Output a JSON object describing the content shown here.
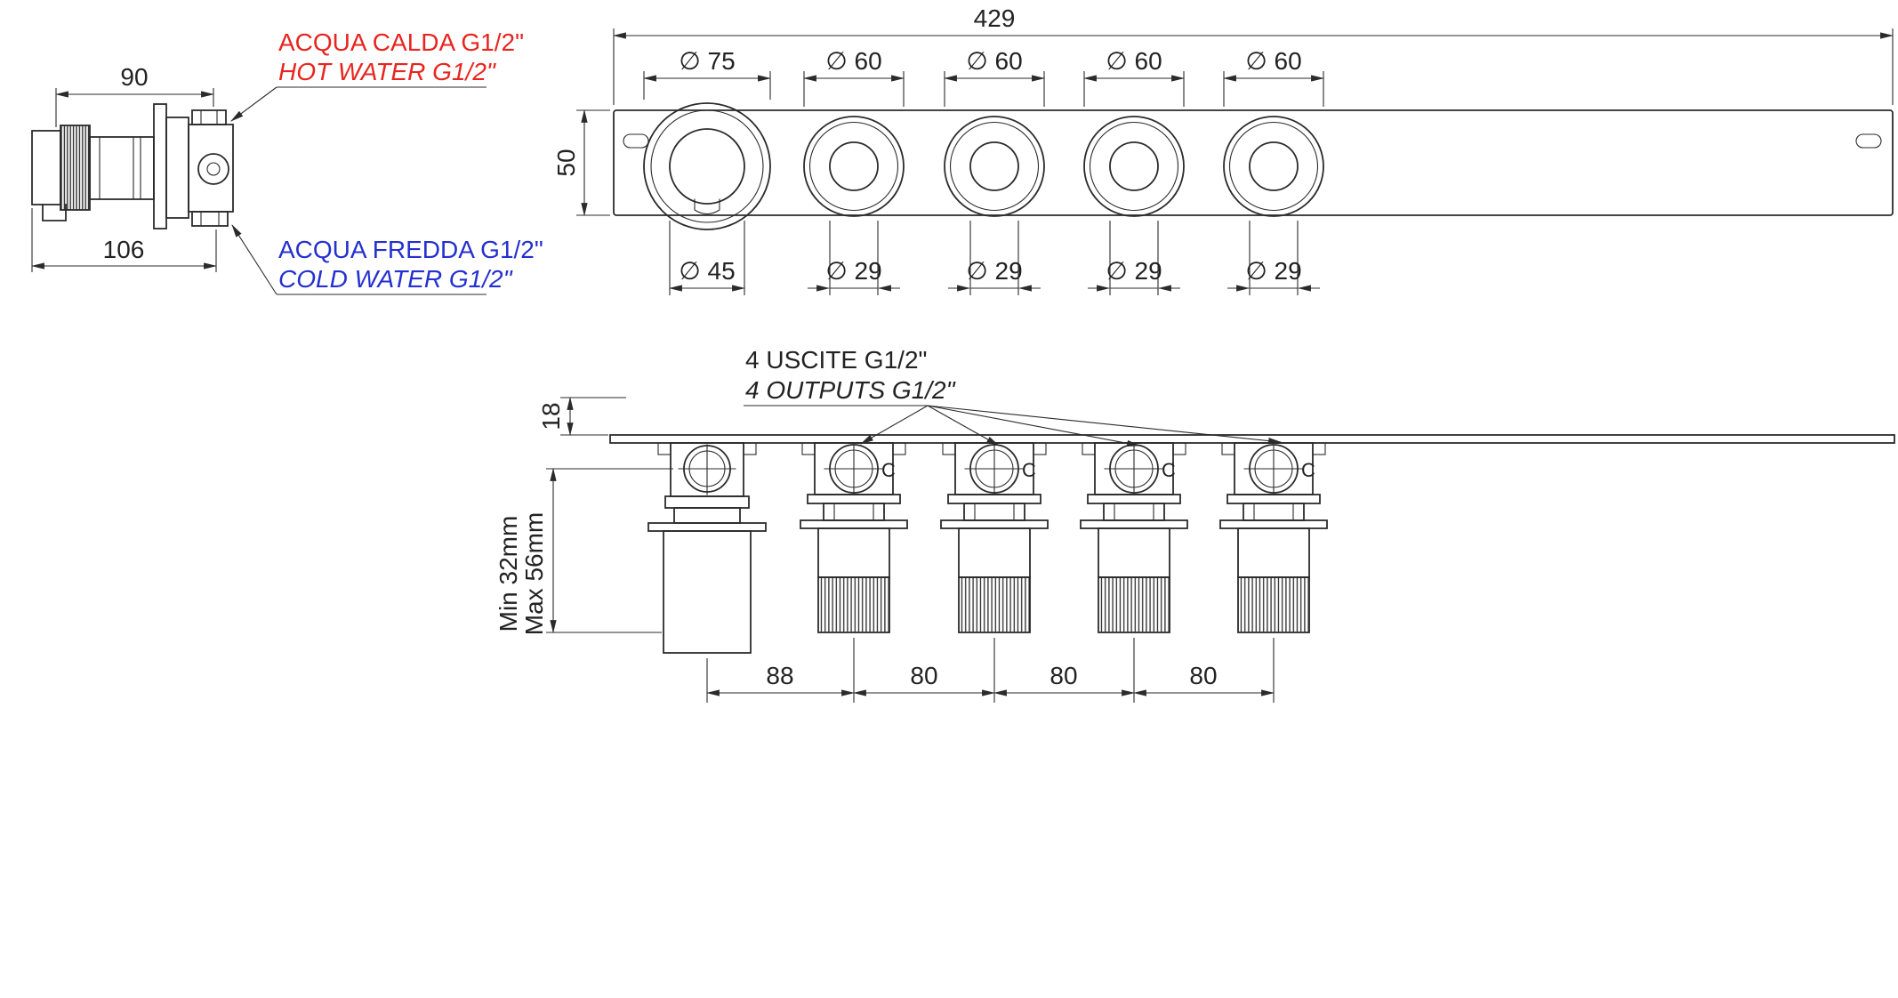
{
  "colors": {
    "background": "#ffffff",
    "line": "#2b2b2b",
    "hot_red": "#e8251f",
    "cold_blue": "#2430cf"
  },
  "side_view": {
    "dim_top": "90",
    "dim_bottom": "106",
    "hot_label": "ACQUA CALDA G1/2\"",
    "hot_label_en": "HOT WATER G1/2\"",
    "cold_label": "ACQUA FREDDA G1/2\"",
    "cold_label_en": "COLD WATER G1/2\""
  },
  "front_view": {
    "dim_total": "429",
    "dim_height": "50",
    "dims_top": [
      "∅ 75",
      "∅ 60",
      "∅ 60",
      "∅ 60",
      "∅ 60"
    ],
    "dims_bottom": [
      "∅ 45",
      "∅ 29",
      "∅ 29",
      "∅ 29",
      "∅ 29"
    ]
  },
  "bottom_view": {
    "outputs_label": "4 USCITE G1/2\"",
    "outputs_label_en": "4 OUTPUTS G1/2\"",
    "dim_offset": "18",
    "dim_min": "Min 32mm",
    "dim_max": "Max 56mm",
    "spacing": [
      "88",
      "80",
      "80",
      "80"
    ],
    "port_mark": "C"
  }
}
